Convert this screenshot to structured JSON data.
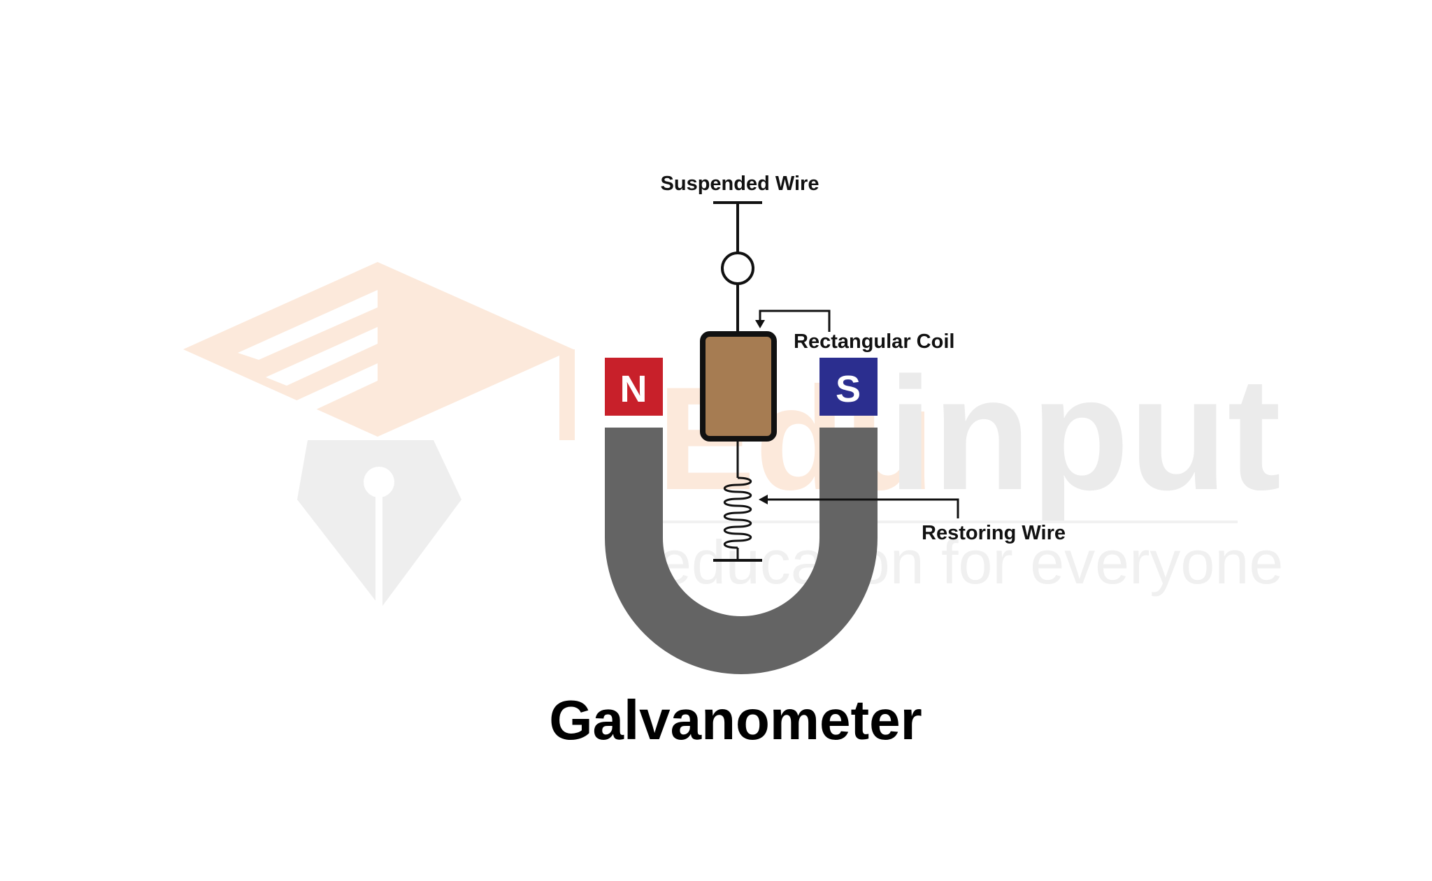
{
  "diagram": {
    "title": "Galvanometer",
    "labels": {
      "suspended_wire": "Suspended Wire",
      "rectangular_coil": "Rectangular Coil",
      "restoring_wire": "Restoring Wire"
    },
    "poles": {
      "north": "N",
      "south": "S"
    }
  },
  "watermark": {
    "brand_prefix": "Edu",
    "brand_suffix": "input",
    "tagline": "education for everyone"
  },
  "colors": {
    "north_pole": "#C8202A",
    "south_pole": "#2B2E8F",
    "magnet_body": "#646464",
    "coil_fill": "#A67C52",
    "watermark_orange": "#FBE3D2",
    "watermark_gray": "#E9E9E9"
  }
}
